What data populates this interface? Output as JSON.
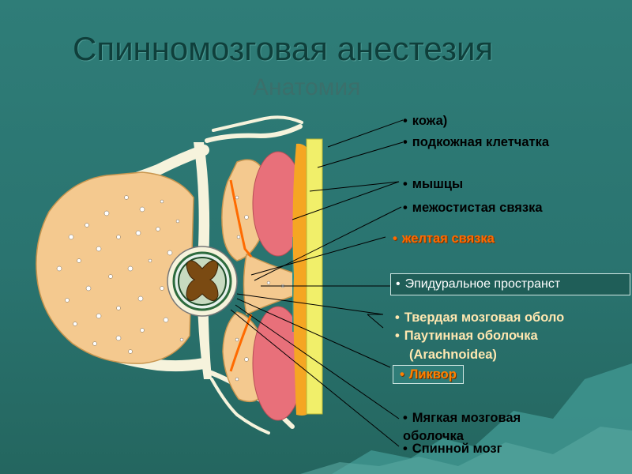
{
  "slide": {
    "title": "Спинномозговая анестезия",
    "subtitle": "Анатомия"
  },
  "labels": {
    "skin": "кожа)",
    "subcutaneous": "подкожная клетчатка",
    "muscles": "мышцы",
    "interspinous": "межостистая связка",
    "yellow_ligament": "желтая связка",
    "epidural": "Эпидуральное пространст",
    "dura": "Твердая мозговая оболо",
    "arachnoid": "Паутинная оболочка",
    "arachnoid_latin": "(Arachnoidea)",
    "csf": "Ликвор",
    "pia_line1": "Мягкая мозговая",
    "pia_line2": "оболочка",
    "spinal_cord": "Спинной мозг"
  },
  "colors": {
    "background": "#2f7d78",
    "bone": "#f4c98f",
    "muscle": "#e8707a",
    "fat": "#f5a623",
    "skin": "#f1ef6a",
    "yellow_ligament": "#ff6a00",
    "nerve": "#f6f3dc"
  }
}
